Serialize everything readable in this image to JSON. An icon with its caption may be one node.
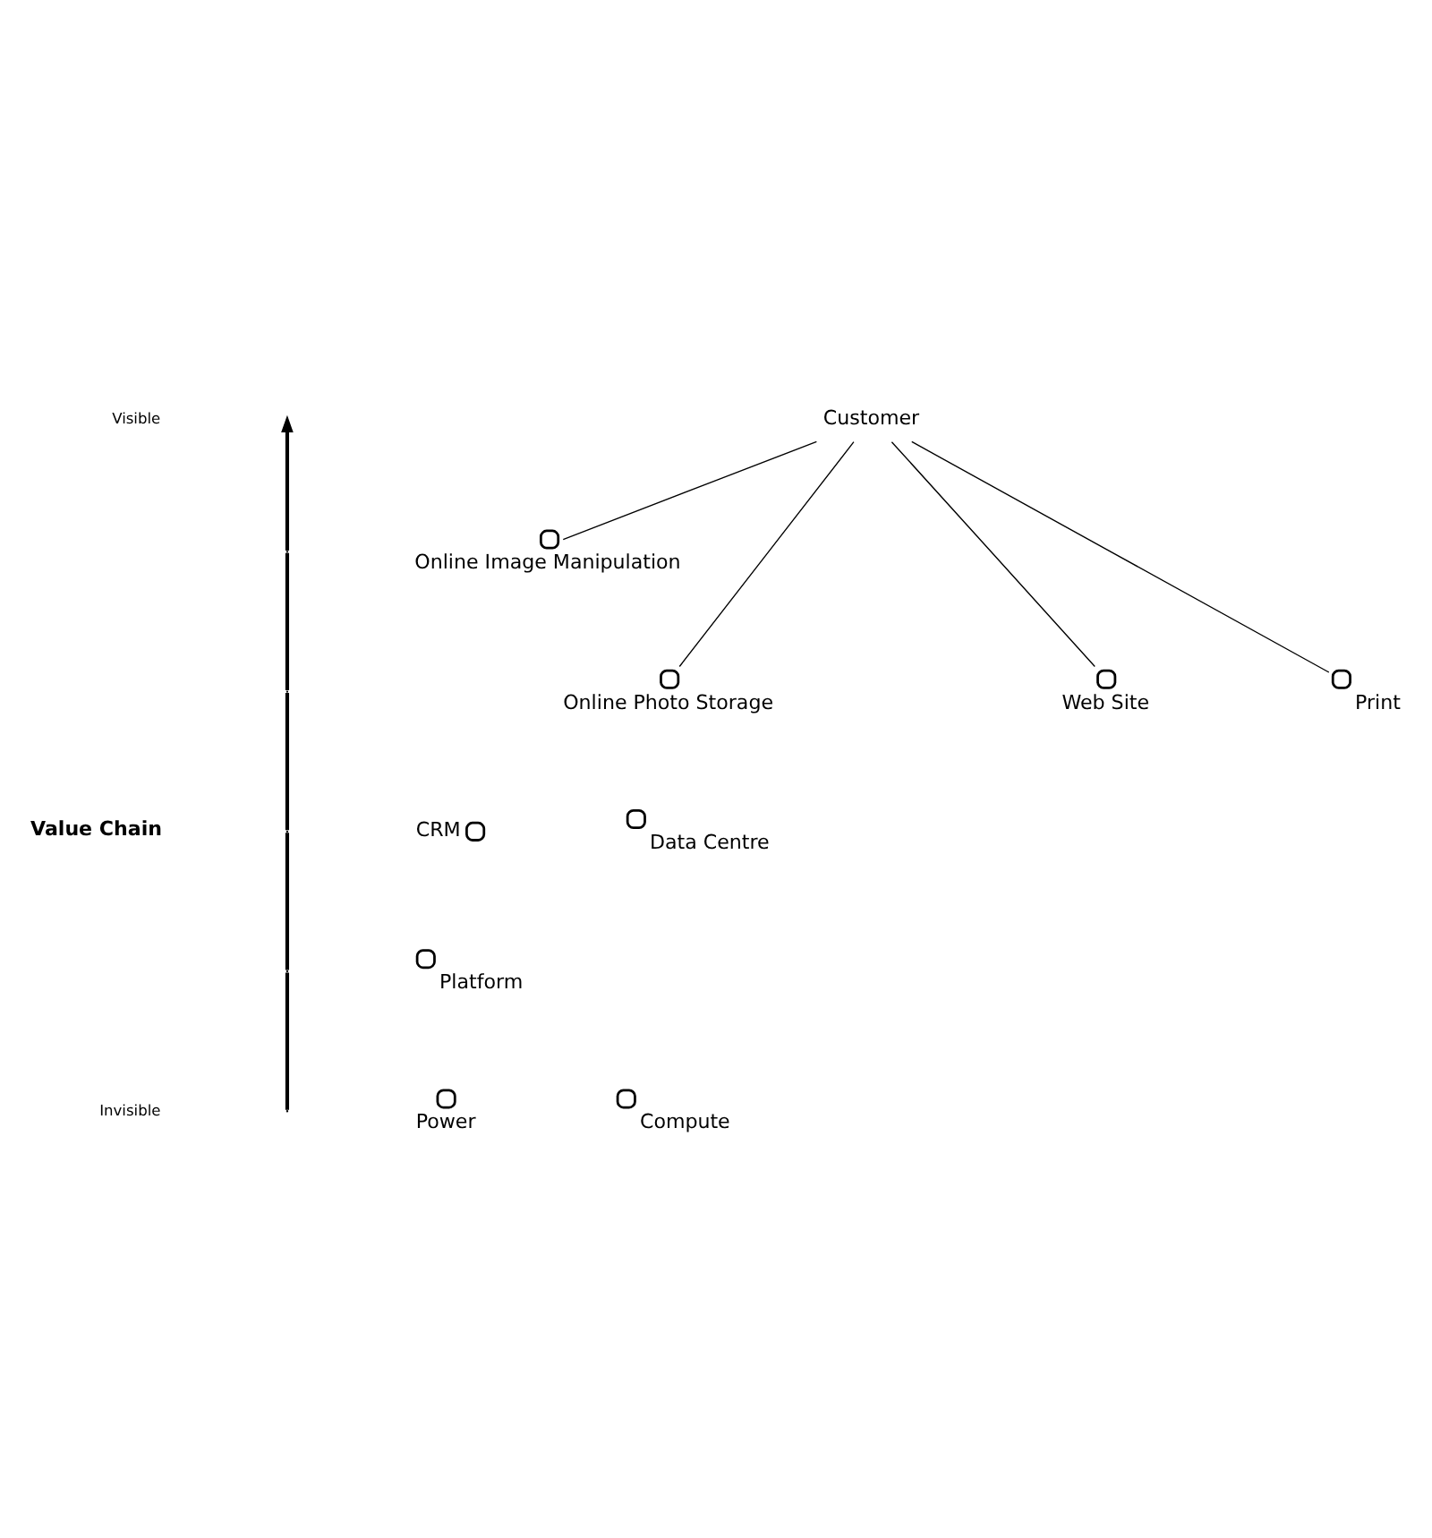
{
  "diagram": {
    "nodes": [
      {
        "text": [
          "Customer"
        ]
      },
      {
        "text": [
          "Online Image Manipulation"
        ]
      },
      {
        "text": [
          "Print"
        ]
      },
      {
        "text": [
          "Online Photo Storage"
        ]
      },
      {
        "text": [
          "Web Site"
        ]
      },
      {
        "text": [
          "CRM"
        ]
      },
      {
        "text": [
          "Data Centre"
        ]
      },
      {
        "text": [
          "Platform"
        ]
      },
      {
        "text": [
          "Power"
        ]
      },
      {
        "text": [
          "Compute"
        ]
      }
    ],
    "edges": [
      {
        "from": 0,
        "to": 1,
        "arrow": "none"
      },
      {
        "from": 0,
        "to": 3,
        "arrow": "none"
      },
      {
        "from": 0,
        "to": 4,
        "arrow": "none"
      },
      {
        "from": 0,
        "to": 2,
        "arrow": "none"
      }
    ],
    "labels": [
      "Visible",
      "Value Chain",
      "Invisible"
    ]
  }
}
